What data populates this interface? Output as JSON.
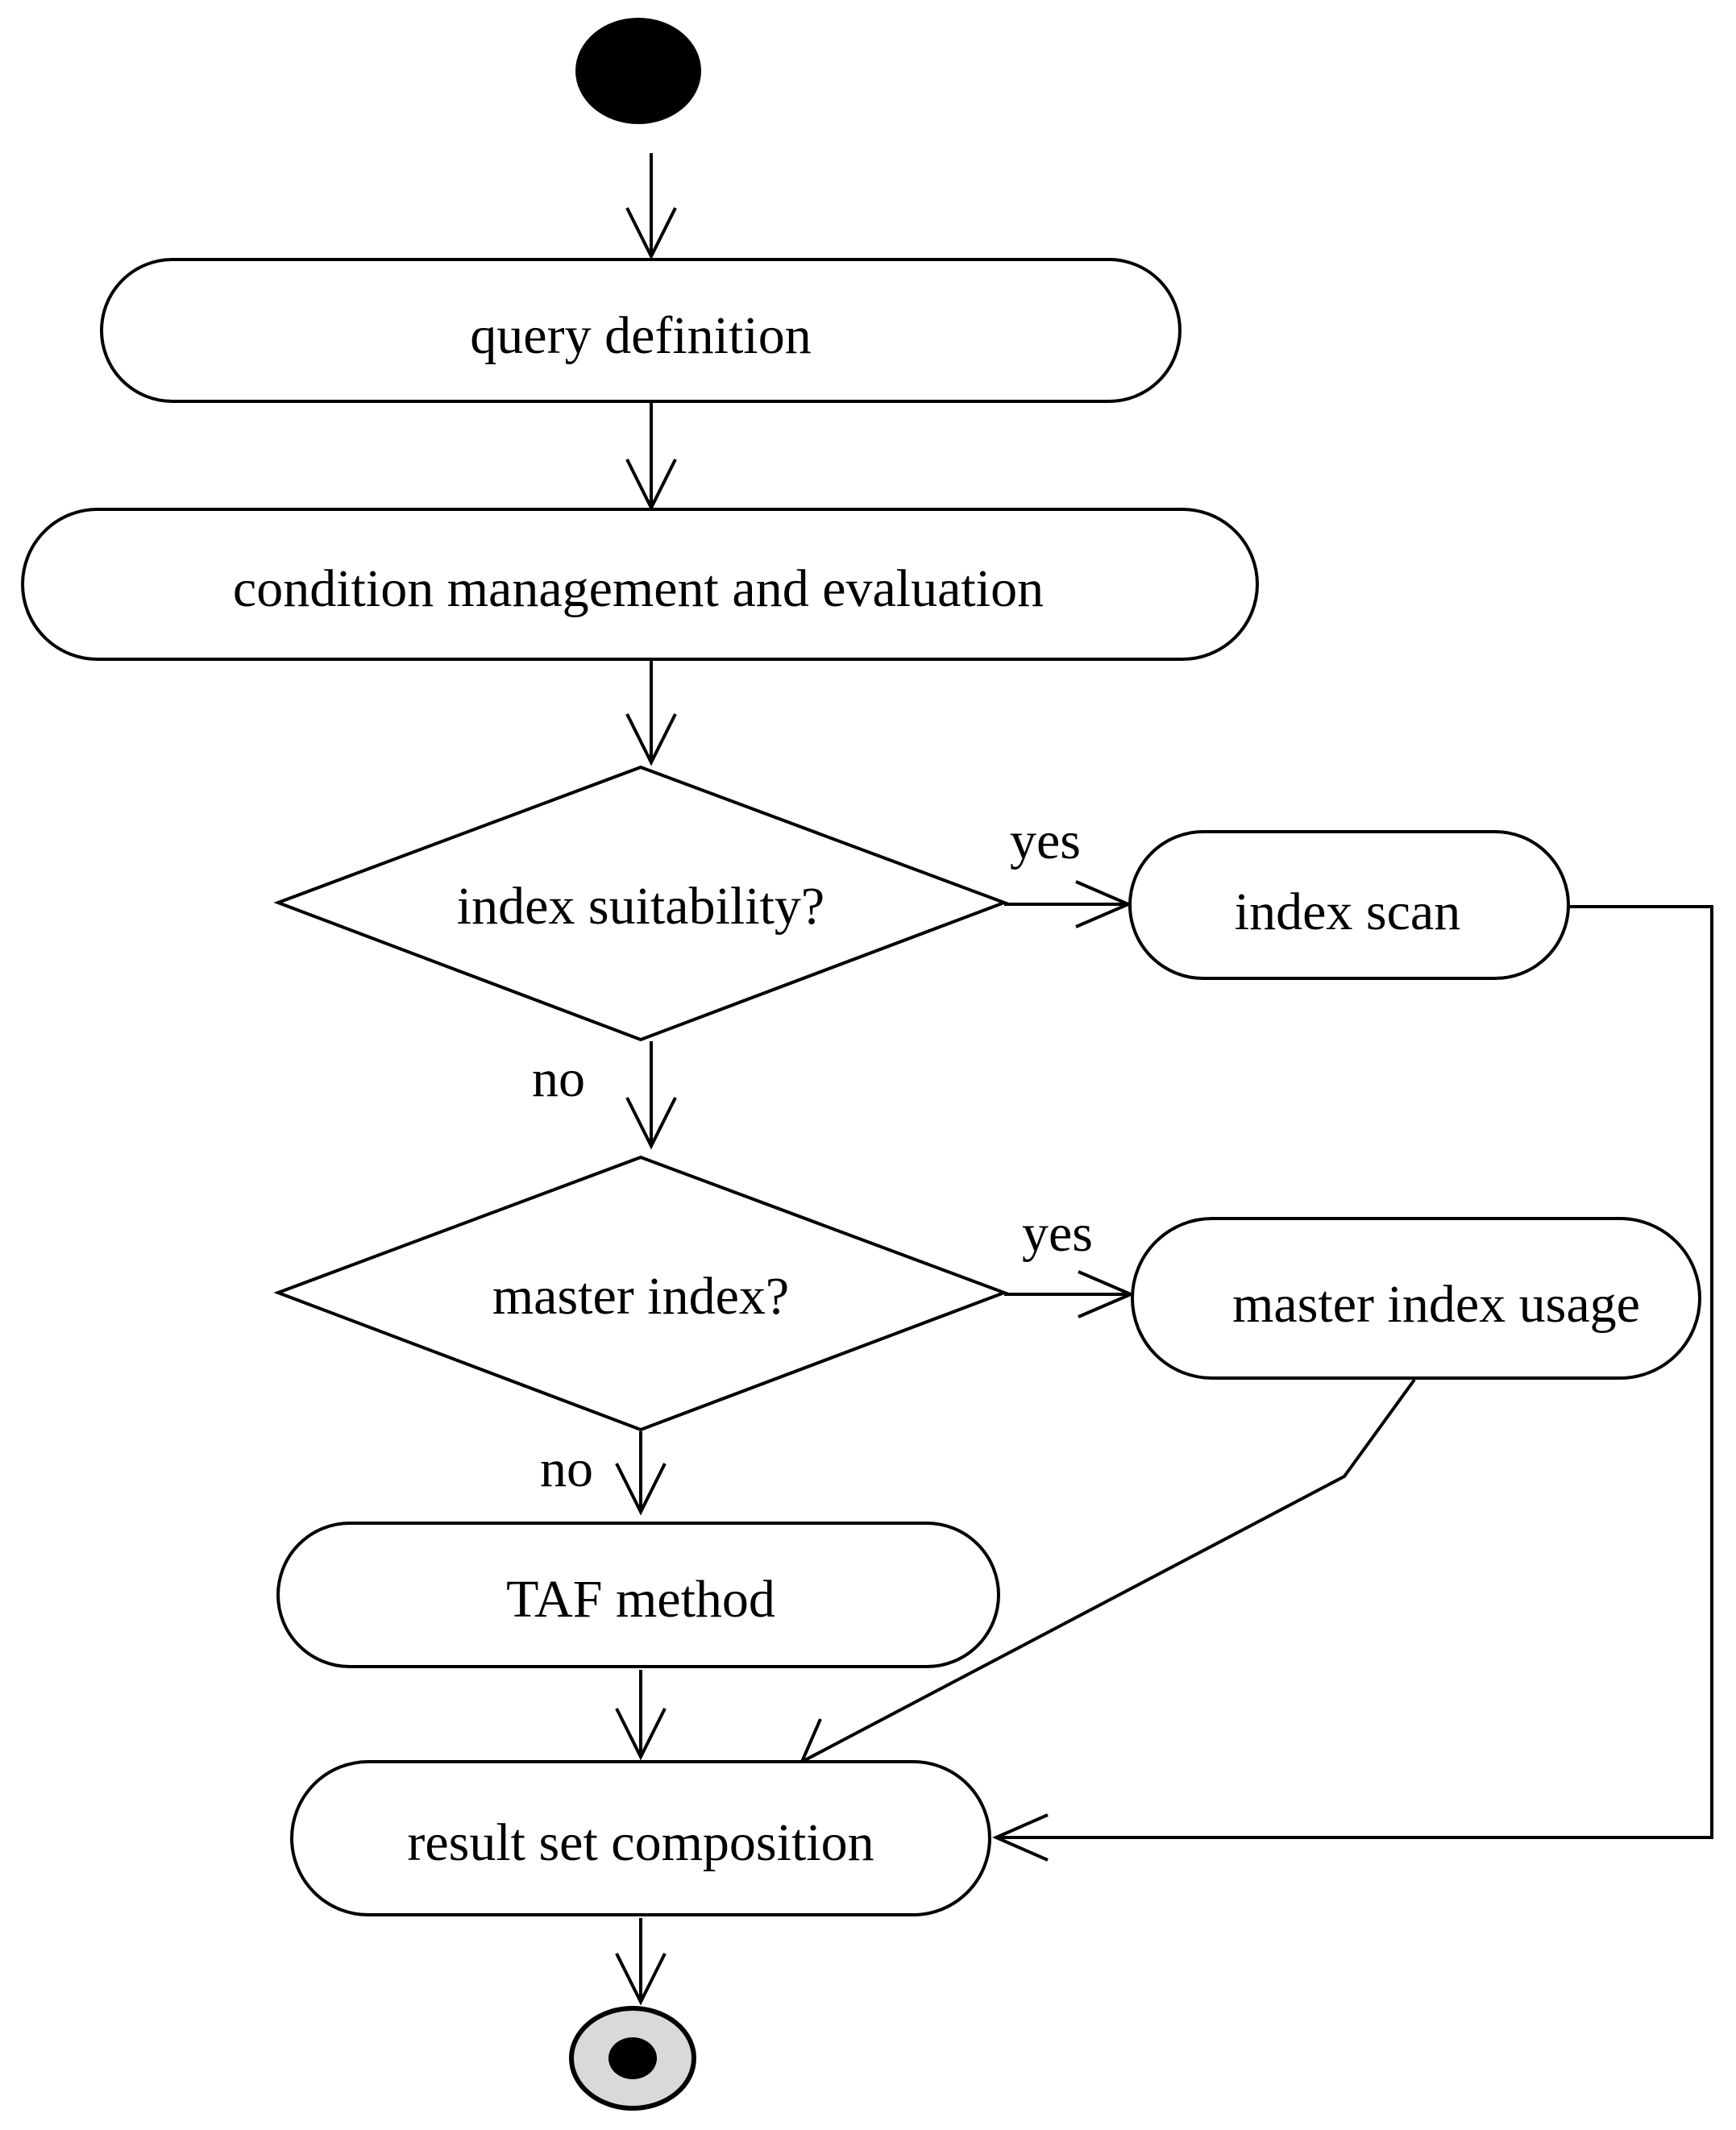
{
  "diagram": {
    "nodes": {
      "query_definition": "query definition",
      "condition_management": "condition management and evaluation",
      "index_suitability": "index suitability?",
      "index_scan": "index scan",
      "master_index": "master index?",
      "master_index_usage": "master index usage",
      "taf_method": "TAF method",
      "result_set_composition": "result set composition"
    },
    "edge_labels": {
      "suitability_yes": "yes",
      "suitability_no": "no",
      "master_yes": "yes",
      "master_no": "no"
    },
    "colors": {
      "stroke": "#000000",
      "fill": "#ffffff",
      "final_ring": "#d9d9d9"
    }
  }
}
